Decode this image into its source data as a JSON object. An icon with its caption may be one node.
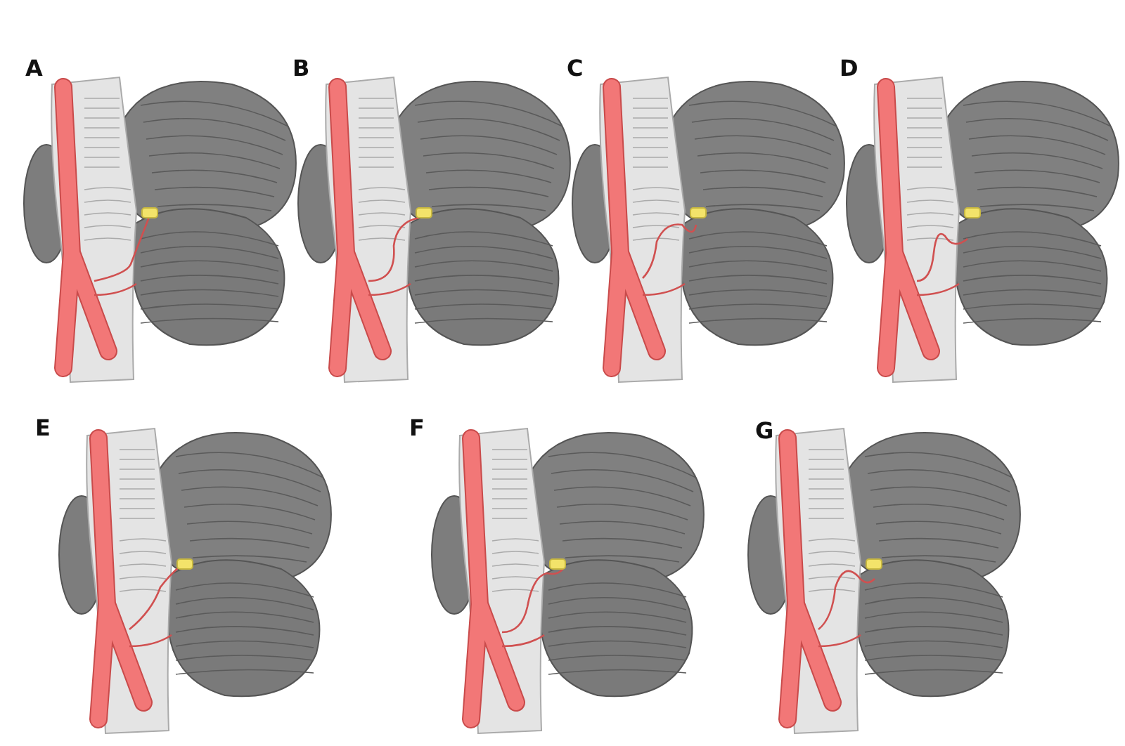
{
  "diagram": {
    "labels": [
      "A",
      "B",
      "C",
      "D",
      "E",
      "F",
      "G"
    ]
  }
}
